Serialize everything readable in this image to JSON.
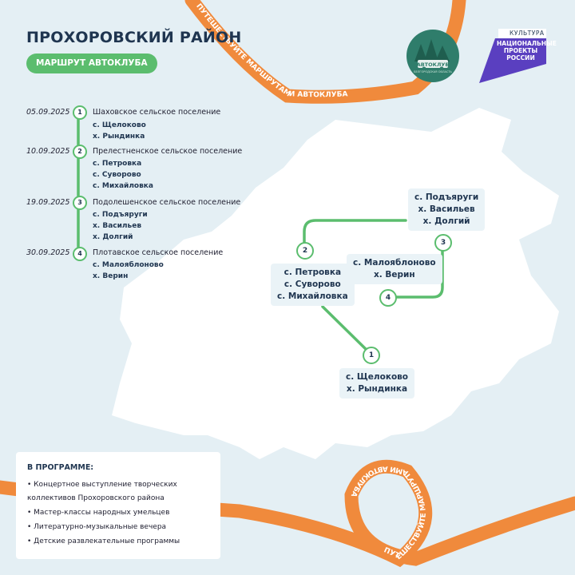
{
  "header": {
    "title": "ПРОХОРОВСКИЙ РАЙОН",
    "route_label": "МАРШРУТ АВТОКЛУБА"
  },
  "logos": {
    "autoclub": "АВТОКЛУБ",
    "autoclub_sub": "БЕЛГОРОДСКАЯ ОБЛАСТЬ",
    "np_top": "КУЛЬТУРА",
    "np_main": "НАЦИОНАЛЬНЫЕ ПРОЕКТЫ РОССИИ"
  },
  "ribbon_text": "ПУТЕШЕСТВУЙТЕ МАРШРУТАМИ АВТОКЛУБА",
  "schedule": [
    {
      "num": "1",
      "date": "05.09.2025",
      "settlement": "Шаховское сельское поселение",
      "villages": [
        "с. Щелоково",
        "х. Рындинка"
      ]
    },
    {
      "num": "2",
      "date": "10.09.2025",
      "settlement": "Прелестненское сельское поселение",
      "villages": [
        "с. Петровка",
        "с. Суворово",
        "с. Михайловка"
      ]
    },
    {
      "num": "3",
      "date": "19.09.2025",
      "settlement": "Подолешенское сельское поселение",
      "villages": [
        "с. Подъяруги",
        "х. Васильев",
        "х. Долгий"
      ]
    },
    {
      "num": "4",
      "date": "30.09.2025",
      "settlement": "Плотавское сельское поселение",
      "villages": [
        "с. Малояблоново",
        "х. Верин"
      ]
    }
  ],
  "map_stops": [
    {
      "num": "1",
      "lines": [
        "с. Щелоково",
        "х. Рындинка"
      ]
    },
    {
      "num": "2",
      "lines": [
        "с. Петровка",
        "с. Суворово",
        "с. Михайловка"
      ]
    },
    {
      "num": "3",
      "lines": [
        "с. Подъяруги",
        "х. Васильев",
        "х. Долгий"
      ]
    },
    {
      "num": "4",
      "lines": [
        "с. Малояблоново",
        "х. Верин"
      ]
    }
  ],
  "program": {
    "title": "В ПРОГРАММЕ:",
    "items": [
      "• Концертное выступление творческих",
      "коллективов Прохоровского района",
      "• Мастер-классы народных умельцев",
      "• Литературно-музыкальные вечера",
      "• Детские развлекательные программы"
    ]
  },
  "colors": {
    "background": "#e4eff4",
    "region": "#ffffff",
    "route": "#5bbd6e",
    "ribbon": "#f08a3c",
    "text_dark": "#1f3550"
  }
}
